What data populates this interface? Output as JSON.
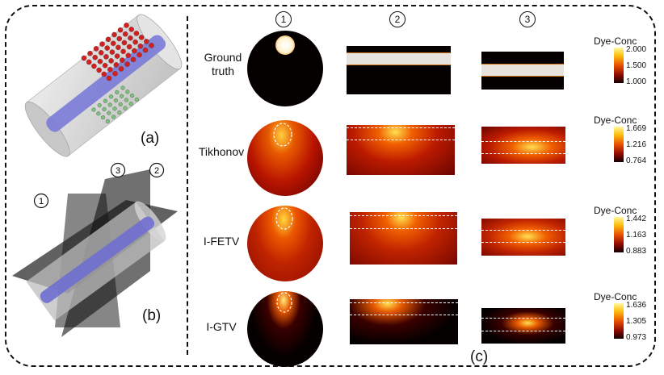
{
  "panel_labels": {
    "a": "(a)",
    "b": "(b)",
    "c": "(c)"
  },
  "column_numbers": [
    "1",
    "2",
    "3"
  ],
  "plane_numbers": [
    "1",
    "2",
    "3"
  ],
  "rows": [
    {
      "label": "Ground\ntruth",
      "colorbar": {
        "title": "Dye-Conc",
        "max": "2.000",
        "mid": "1.500",
        "min": "1.000"
      }
    },
    {
      "label": "Tikhonov",
      "colorbar": {
        "title": "Dye-Conc",
        "max": "1.669",
        "mid": "1.216",
        "min": "0.764"
      }
    },
    {
      "label": "I-FETV",
      "colorbar": {
        "title": "Dye-Conc",
        "max": "1.442",
        "mid": "1.163",
        "min": "0.883"
      }
    },
    {
      "label": "I-GTV",
      "colorbar": {
        "title": "Dye-Conc",
        "max": "1.636",
        "mid": "1.305",
        "min": "0.973"
      }
    }
  ],
  "colors": {
    "hot_low": "#120000",
    "hot_mid": "#e54a00",
    "hot_high": "#fff8a0",
    "rod": "#7a7ad8",
    "electrode_top": "#d02020",
    "electrode_bottom": "#7cc07c"
  }
}
